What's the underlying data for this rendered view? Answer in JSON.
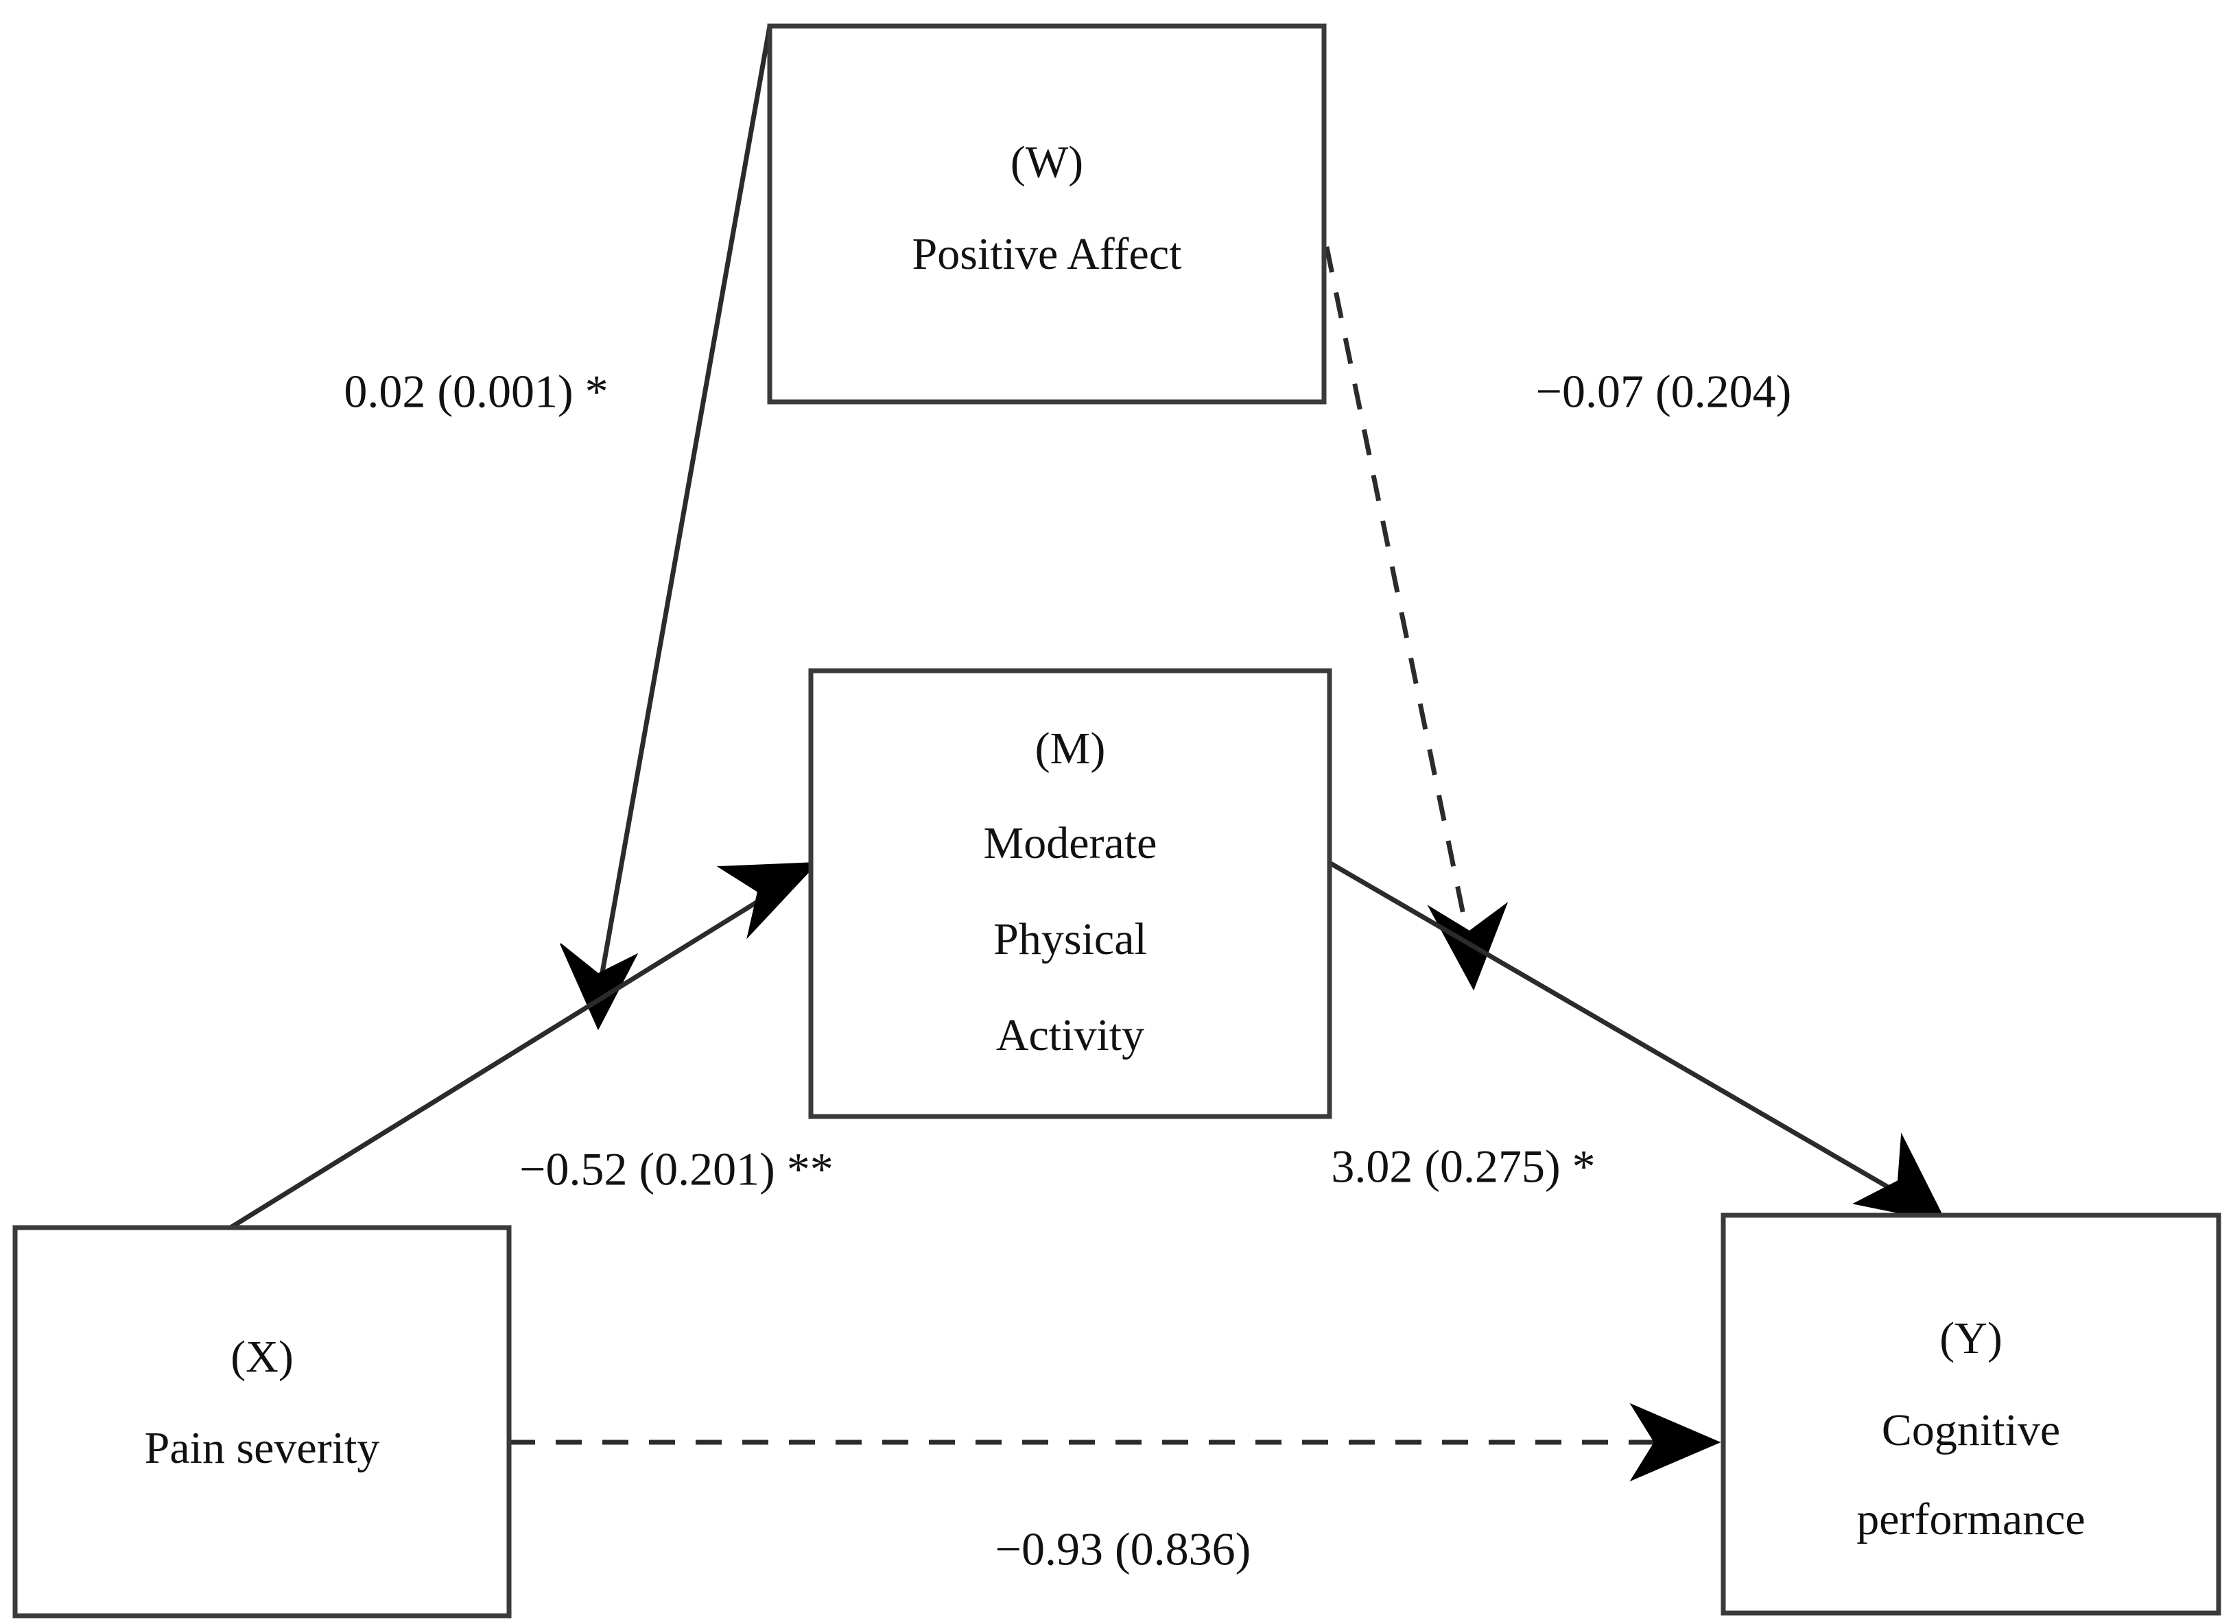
{
  "diagram": {
    "type": "moderated-mediation-path-diagram",
    "background_color": "#ffffff",
    "line_color": "#2b2b2b",
    "box_border_color": "#3a3a3a",
    "nodes": [
      {
        "id": "W",
        "role_label": "(W)",
        "name": "Positive Affect",
        "lines": [
          "Positive Affect"
        ],
        "position": "top-center"
      },
      {
        "id": "M",
        "role_label": "(M)",
        "name": "Moderate Physical Activity",
        "lines": [
          "Moderate",
          "Physical",
          "Activity"
        ],
        "position": "middle-center"
      },
      {
        "id": "X",
        "role_label": "(X)",
        "name": "Pain severity",
        "lines": [
          "Pain severity"
        ],
        "position": "bottom-left"
      },
      {
        "id": "Y",
        "role_label": "(Y)",
        "name": "Cognitive performance",
        "lines": [
          "Cognitive",
          "performance"
        ],
        "position": "bottom-right"
      }
    ],
    "edges": [
      {
        "id": "w-moderates-a-path",
        "from": "W",
        "to": "x-to-m-path",
        "style": "solid",
        "coefficient": "0.02",
        "standard_error": "(0.001)",
        "significance": "*",
        "label": "0.02 (0.001) *"
      },
      {
        "id": "w-moderates-b-path",
        "from": "W",
        "to": "m-to-y-path",
        "style": "dashed",
        "coefficient": "−0.07",
        "standard_error": "(0.204)",
        "significance": "",
        "label": "−0.07 (0.204)"
      },
      {
        "id": "x-to-m",
        "from": "X",
        "to": "M",
        "style": "solid",
        "coefficient": "−0.52",
        "standard_error": "(0.201)",
        "significance": "**",
        "label": "−0.52 (0.201) **"
      },
      {
        "id": "m-to-y",
        "from": "M",
        "to": "Y",
        "style": "solid",
        "coefficient": "3.02",
        "standard_error": "(0.275)",
        "significance": "*",
        "label": "3.02 (0.275) *"
      },
      {
        "id": "x-to-y-direct",
        "from": "X",
        "to": "Y",
        "style": "dashed",
        "coefficient": "−0.93",
        "standard_error": "(0.836)",
        "significance": "",
        "label": "−0.93 (0.836)"
      }
    ],
    "labels": {
      "w_role": "(W)",
      "w_name": "Positive Affect",
      "m_role": "(M)",
      "m_line1": "Moderate",
      "m_line2": "Physical",
      "m_line3": "Activity",
      "x_role": "(X)",
      "x_name": "Pain severity",
      "y_role": "(Y)",
      "y_line1": "Cognitive",
      "y_line2": "performance",
      "edge_w_a": "0.02 (0.001) *",
      "edge_w_b": "−0.07 (0.204)",
      "edge_a": "−0.52 (0.201) **",
      "edge_b": "3.02 (0.275) *",
      "edge_c": "−0.93 (0.836)"
    }
  }
}
